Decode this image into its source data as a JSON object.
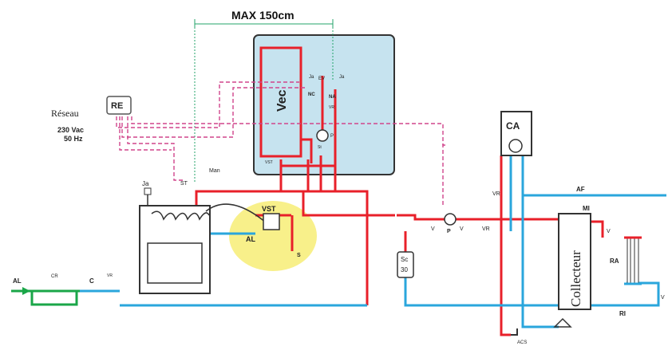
{
  "labels": {
    "max_dim": "MAX 150cm",
    "vec": "Vec",
    "reseau": "Réseau",
    "re": "RE",
    "voltage": "230 Vac",
    "hz": "50 Hz",
    "st": "ST",
    "man": "Man",
    "ja_left": "Ja",
    "ja_box_left": "Ja",
    "ev": "EV",
    "ja_box_right": "Ja",
    "nc": "NC",
    "na": "NA",
    "vr_box": "VR",
    "p_box": "P",
    "vst_box": "VST",
    "st_box": "St",
    "vst": "VST",
    "al_boiler": "AL",
    "s": "S",
    "al_inlet": "AL",
    "cr": "CR",
    "c": "C",
    "vr_inlet": "VR",
    "sc": "Sc",
    "sc_num": "30",
    "v_left": "V",
    "p_pump": "P",
    "v_right": "V",
    "vr_mid": "VR",
    "ca": "CA",
    "vr_ca": "VR",
    "af": "AF",
    "collecteur": "Collecteur",
    "mi": "MI",
    "v_mi": "V",
    "ra": "RA",
    "v_ri": "V",
    "ri": "RI",
    "acs": "ACS"
  },
  "colors": {
    "hot": "#e8202a",
    "cold": "#2aa6dc",
    "signal": "#d0458c",
    "green": "#1aa648",
    "tank": "#c6e3ef",
    "highlight": "#f8f08a",
    "dim": "#23a36a"
  }
}
